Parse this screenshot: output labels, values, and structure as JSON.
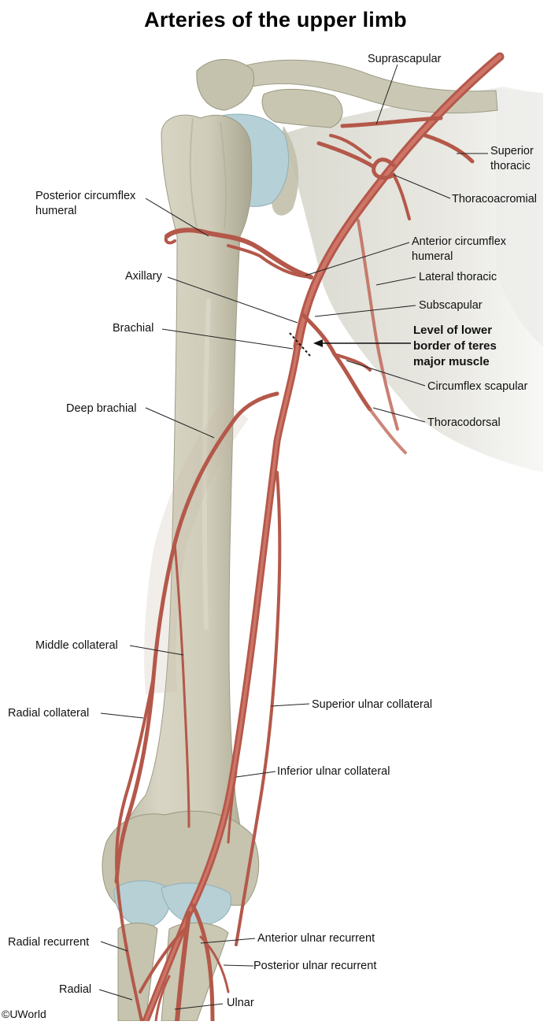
{
  "title": "Arteries of the upper limb",
  "copyright": "©UWorld",
  "labels": {
    "suprascapular": "Suprascapular",
    "superior_thoracic_1": "Superior",
    "superior_thoracic_2": "thoracic",
    "thoracoacromial": "Thoracoacromial",
    "posterior_circumflex_1": "Posterior circumflex",
    "posterior_circumflex_2": "humeral",
    "anterior_circumflex_1": "Anterior circumflex",
    "anterior_circumflex_2": "humeral",
    "axillary": "Axillary",
    "lateral_thoracic": "Lateral thoracic",
    "subscapular": "Subscapular",
    "brachial": "Brachial",
    "teres_level_1": "Level of lower",
    "teres_level_2": "border of teres",
    "teres_level_3": "major muscle",
    "circumflex_scapular": "Circumflex scapular",
    "deep_brachial": "Deep brachial",
    "thoracodorsal": "Thoracodorsal",
    "middle_collateral": "Middle collateral",
    "superior_ulnar_collateral": "Superior ulnar collateral",
    "radial_collateral": "Radial collateral",
    "inferior_ulnar_collateral": "Inferior ulnar collateral",
    "radial_recurrent": "Radial recurrent",
    "anterior_ulnar_recurrent": "Anterior ulnar recurrent",
    "posterior_ulnar_recurrent": "Posterior ulnar recurrent",
    "radial": "Radial",
    "ulnar": "Ulnar"
  },
  "colors": {
    "bone": "#cfcbb8",
    "bone_shade": "#a9a690",
    "cartilage": "#b9d3d8",
    "artery": "#c9675a",
    "artery_dark": "#9e4638",
    "leader": "#222222",
    "scapula_shadow": "#e4e4e0"
  }
}
